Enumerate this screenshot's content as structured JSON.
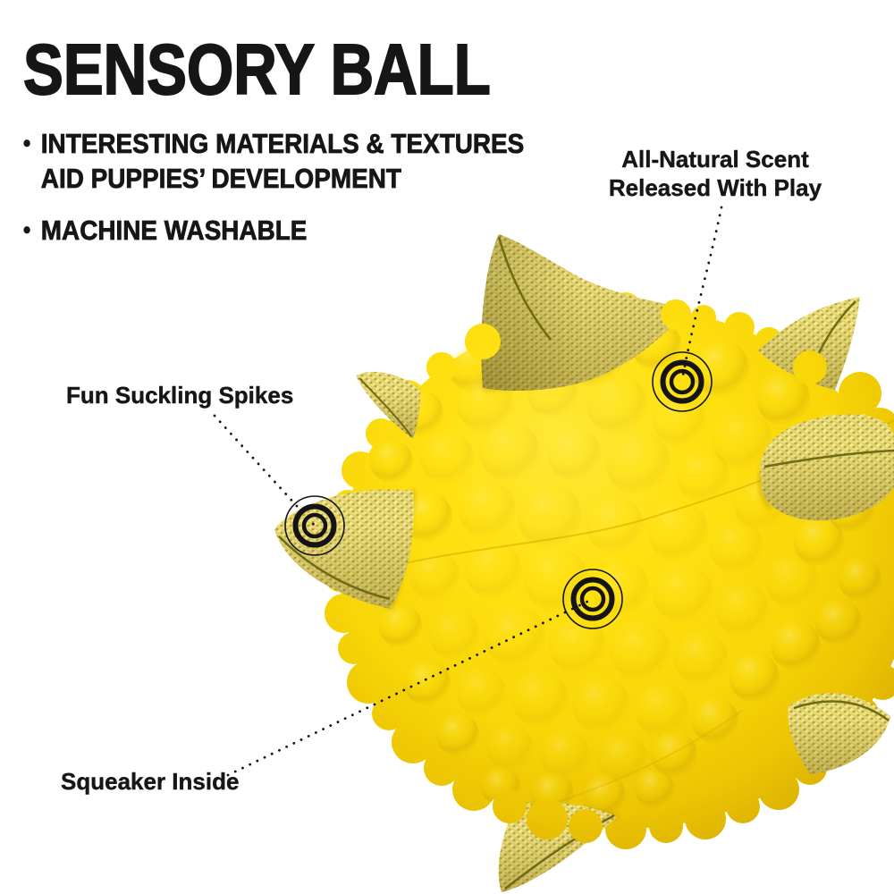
{
  "page": {
    "background_color": "#ffffff",
    "text_color": "#161616"
  },
  "title": "SENSORY BALL",
  "bullet_char": "•",
  "bullets": {
    "b1": {
      "line1": "INTERESTING MATERIALS & TEXTURES",
      "line2": "AID PUPPIES’ DEVELOPMENT"
    },
    "b2": {
      "line1": "MACHINE WASHABLE"
    }
  },
  "callouts": {
    "scent": {
      "line1": "All-Natural Scent",
      "line2": "Released With Play"
    },
    "spikes": {
      "label": "Fun Suckling Spikes"
    },
    "squeaker": {
      "label": "Squeaker Inside"
    }
  },
  "product": {
    "name": "Sensory Ball",
    "ball_color": "#ffe112",
    "ball_shadow_color": "#c89d00",
    "spike_fabric_color": "#c8b73c",
    "marker_color": "#141414"
  }
}
